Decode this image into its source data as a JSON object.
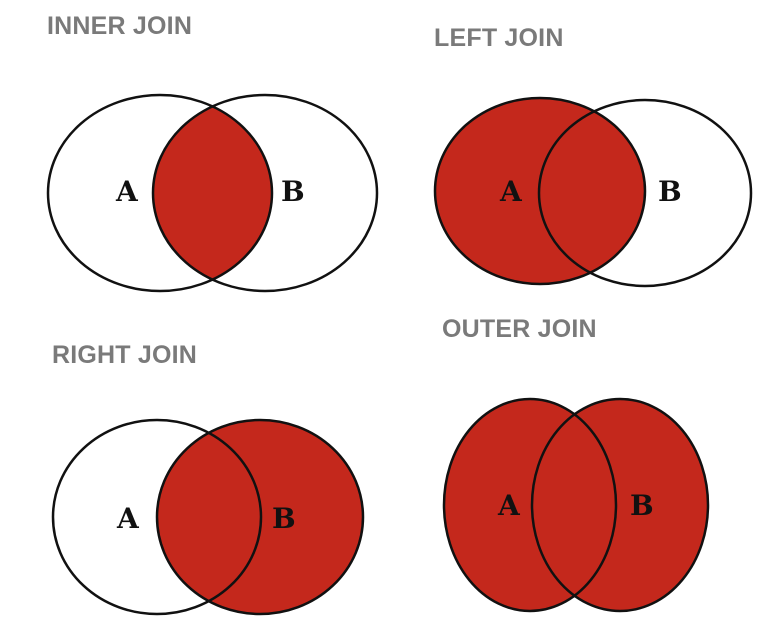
{
  "colors": {
    "fill": "#c4281c",
    "stroke": "#111111",
    "title": "#7a7a7a",
    "background": "#ffffff"
  },
  "diagrams": {
    "inner": {
      "title": "INNER JOIN",
      "label_a": "A",
      "label_b": "B"
    },
    "left": {
      "title": "LEFT JOIN",
      "label_a": "A",
      "label_b": "B"
    },
    "right": {
      "title": "RIGHT JOIN",
      "label_a": "A",
      "label_b": "B"
    },
    "outer": {
      "title": "OUTER JOIN",
      "label_a": "A",
      "label_b": "B"
    }
  }
}
